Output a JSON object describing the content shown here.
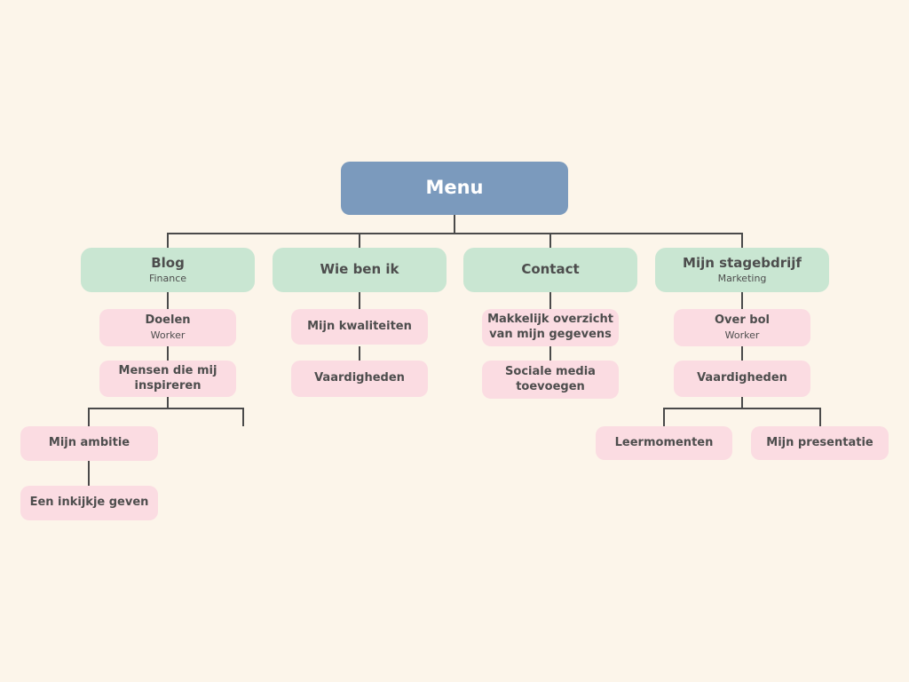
{
  "palette": {
    "background": "#fcf5ea",
    "node_blue": "#7b9abd",
    "node_green": "#c9e6d2",
    "node_pink": "#fbdce2",
    "line": "#4a4a4a",
    "title_text": "#4d4d4d",
    "root_text": "#ffffff"
  },
  "diagram": {
    "type": "sitemap-tree",
    "root": {
      "label": "Menu"
    },
    "branches": [
      {
        "label": "Blog",
        "subtitle": "Finance",
        "children": [
          {
            "label": "Doelen",
            "subtitle": "Worker"
          },
          {
            "label": "Mensen die mij inspireren"
          },
          {
            "label": "Mijn ambitie"
          },
          {
            "label": "Een inkijkje geven"
          }
        ]
      },
      {
        "label": "Wie ben ik",
        "children": [
          {
            "label": "Mijn kwaliteiten"
          },
          {
            "label": "Vaardigheden"
          }
        ]
      },
      {
        "label": "Contact",
        "children": [
          {
            "label": "Makkelijk overzicht van mijn gegevens"
          },
          {
            "label": "Sociale media toevoegen"
          }
        ]
      },
      {
        "label": "Mijn stagebdrijf",
        "subtitle": "Marketing",
        "children": [
          {
            "label": "Over bol",
            "subtitle": "Worker"
          },
          {
            "label": "Vaardigheden"
          },
          {
            "label": "Leermomenten"
          },
          {
            "label": "Mijn presentatie"
          }
        ]
      }
    ]
  }
}
